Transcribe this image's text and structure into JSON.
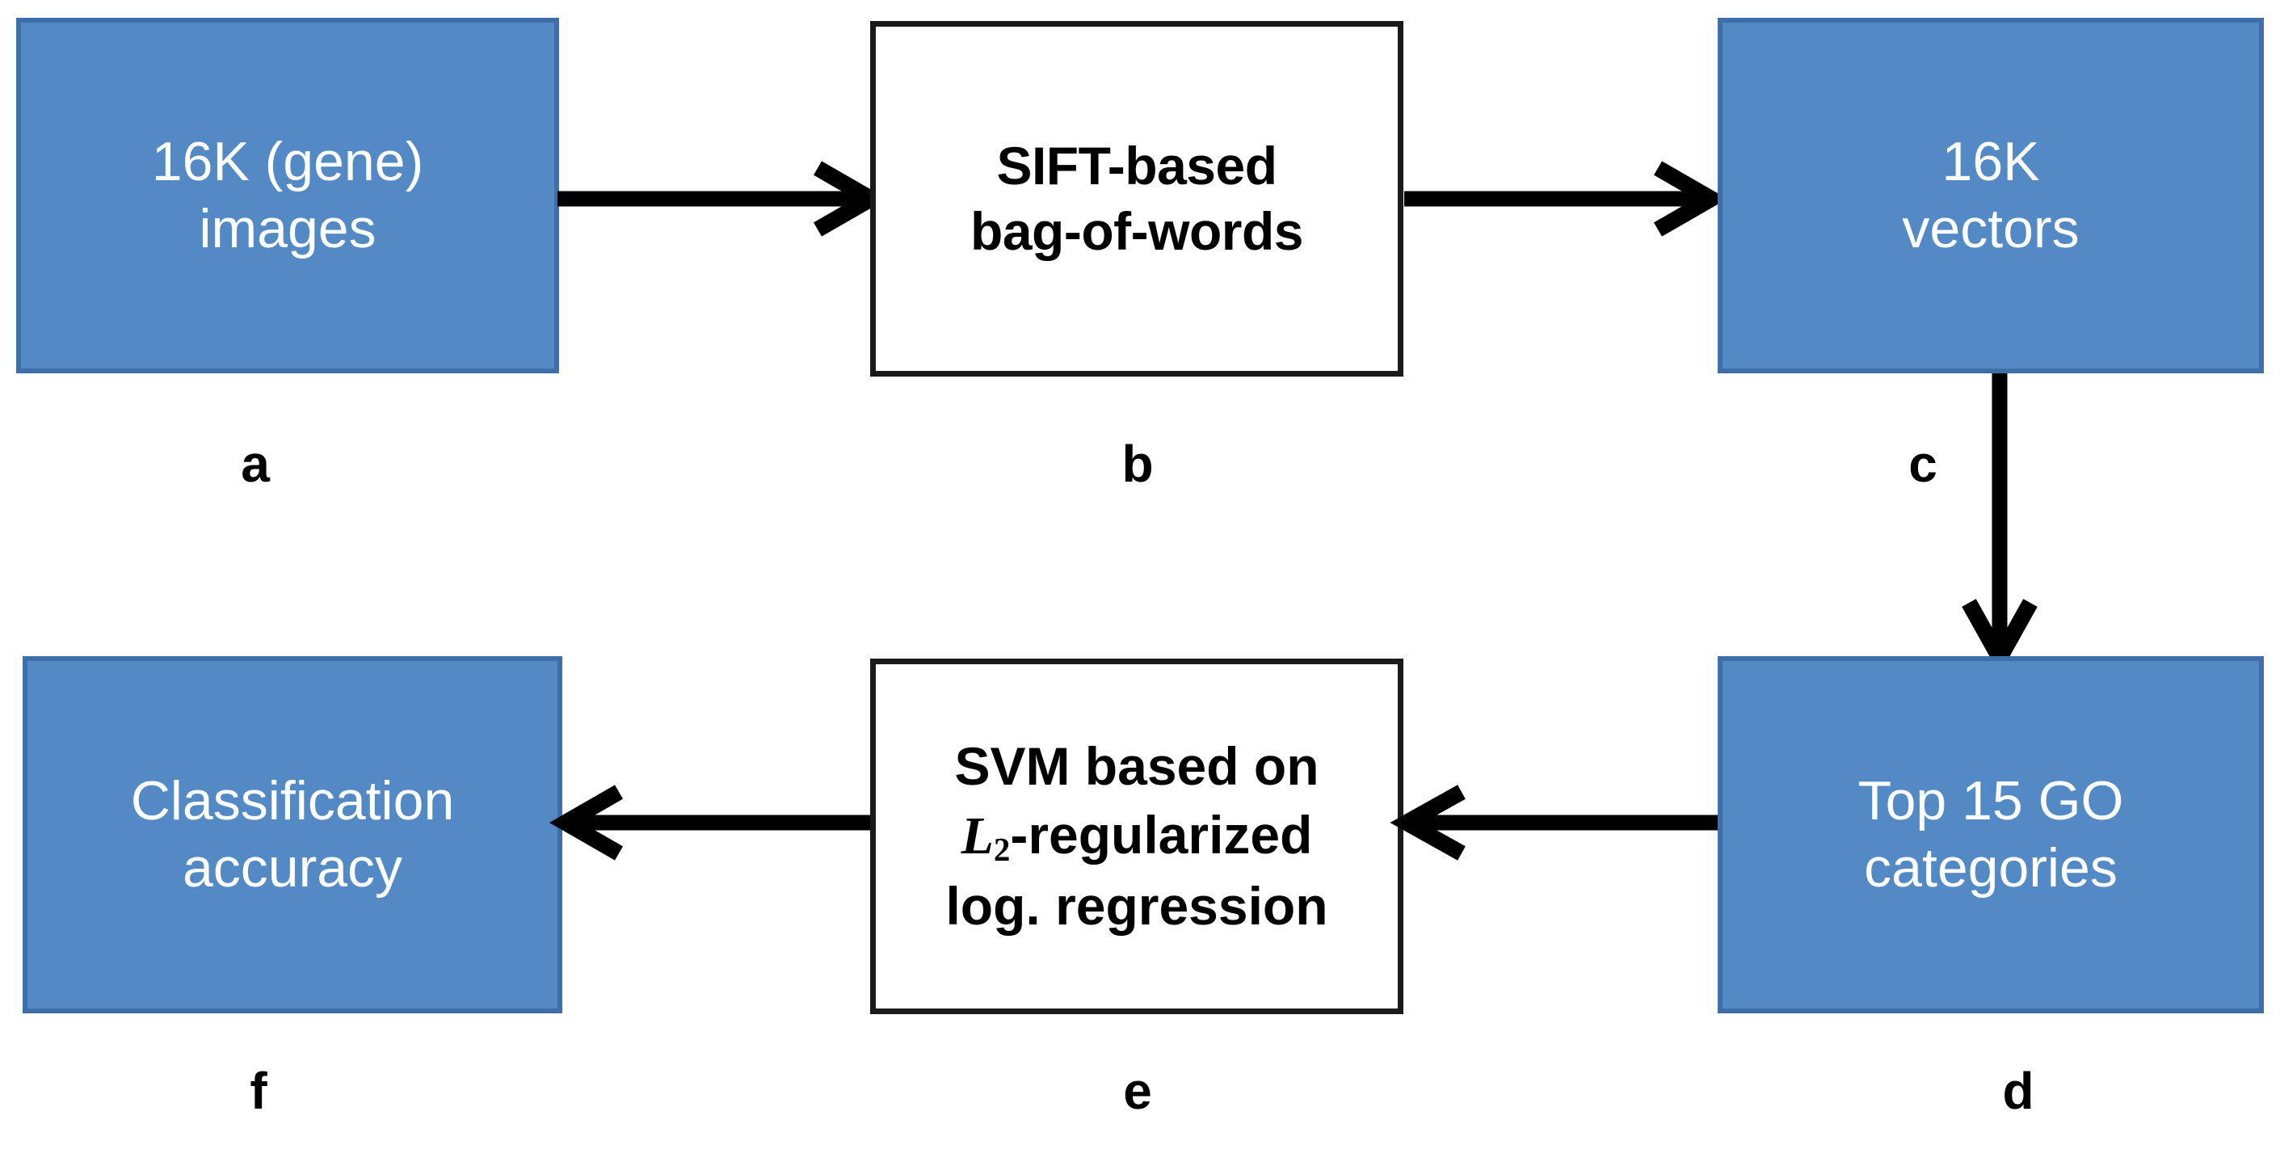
{
  "figure": {
    "type": "flowchart",
    "orientation": "two-row serpentine (left-to-right, then right-to-left)",
    "background_color": "#ffffff",
    "blue_fill": "#5389C4",
    "blue_border": "#3F6FA8",
    "white_fill": "#ffffff",
    "black": "#000000"
  },
  "nodes": {
    "a": {
      "letter": "a",
      "style": "blue",
      "text": "16K (gene)\nimages"
    },
    "b": {
      "letter": "b",
      "style": "white",
      "text": "SIFT-based\nbag-of-words"
    },
    "c": {
      "letter": "c",
      "style": "blue",
      "text": "16K\nvectors"
    },
    "d": {
      "letter": "d",
      "style": "blue",
      "text": "Top 15 GO\ncategories"
    },
    "e": {
      "letter": "e",
      "style": "white",
      "line1": "SVM based on",
      "line2_math_base": "L",
      "line2_math_sub": "2",
      "line2_rest": "-regularized",
      "line3": "log. regression",
      "text_plain": "SVM based on L2-regularized log. regression"
    },
    "f": {
      "letter": "f",
      "style": "blue",
      "text": "Classification\naccuracy"
    }
  },
  "edges": [
    {
      "name": "a-to-b",
      "from": "a",
      "to": "b",
      "direction": "right"
    },
    {
      "name": "b-to-c",
      "from": "b",
      "to": "c",
      "direction": "right"
    },
    {
      "name": "c-to-d",
      "from": "c",
      "to": "d",
      "direction": "down"
    },
    {
      "name": "d-to-e",
      "from": "d",
      "to": "e",
      "direction": "left"
    },
    {
      "name": "e-to-f",
      "from": "e",
      "to": "f",
      "direction": "left"
    }
  ]
}
